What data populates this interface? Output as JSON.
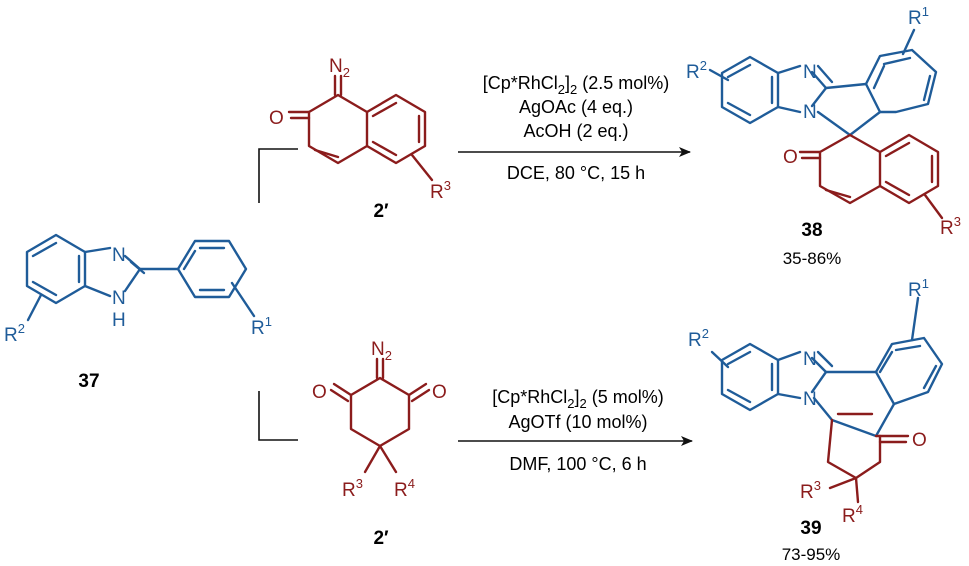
{
  "colors": {
    "blue": "#1f5c99",
    "red": "#8b1c1c",
    "black": "#111111"
  },
  "reactant": {
    "compound_label": "37",
    "atom_N": "N",
    "atom_NH": "N",
    "atom_H": "H",
    "R2": "R",
    "R2_sup": "2",
    "R1": "R",
    "R1_sup": "1"
  },
  "top": {
    "reagent": {
      "compound_label": "2′",
      "atom_O": "O",
      "N2_main": "N",
      "N2_sub": "2",
      "R3": "R",
      "R3_sup": "3"
    },
    "conditions": {
      "line1_a": "[Cp*RhCl",
      "line1_sub": "2",
      "line1_b": "]",
      "line1_sub2": "2",
      "line1_c": " (2.5 mol%)",
      "line2": "AgOAc (4 eq.)",
      "line3": "AcOH (2 eq.)",
      "line4": "DCE, 80 °C, 15 h"
    },
    "product": {
      "compound_label": "38",
      "yield": "35-86%",
      "atom_N_top": "N",
      "atom_N_ring": "N",
      "atom_O": "O",
      "R1": "R",
      "R1_sup": "1",
      "R2": "R",
      "R2_sup": "2",
      "R3": "R",
      "R3_sup": "3"
    }
  },
  "bottom": {
    "reagent": {
      "compound_label": "2′",
      "atom_O_left": "O",
      "atom_O_right": "O",
      "N2_main": "N",
      "N2_sub": "2",
      "R3": "R",
      "R3_sup": "3",
      "R4": "R",
      "R4_sup": "4"
    },
    "conditions": {
      "line1_a": "[Cp*RhCl",
      "line1_sub": "2",
      "line1_b": "]",
      "line1_sub2": "2",
      "line1_c": " (5 mol%)",
      "line2": "AgOTf (10 mol%)",
      "line3": "DMF, 100 °C, 6 h"
    },
    "product": {
      "compound_label": "39",
      "yield": "73-95%",
      "atom_N_top": "N",
      "atom_N_ring": "N",
      "atom_O": "O",
      "R1": "R",
      "R1_sup": "1",
      "R2": "R",
      "R2_sup": "2",
      "R3": "R",
      "R3_sup": "3",
      "R4": "R",
      "R4_sup": "4"
    }
  }
}
